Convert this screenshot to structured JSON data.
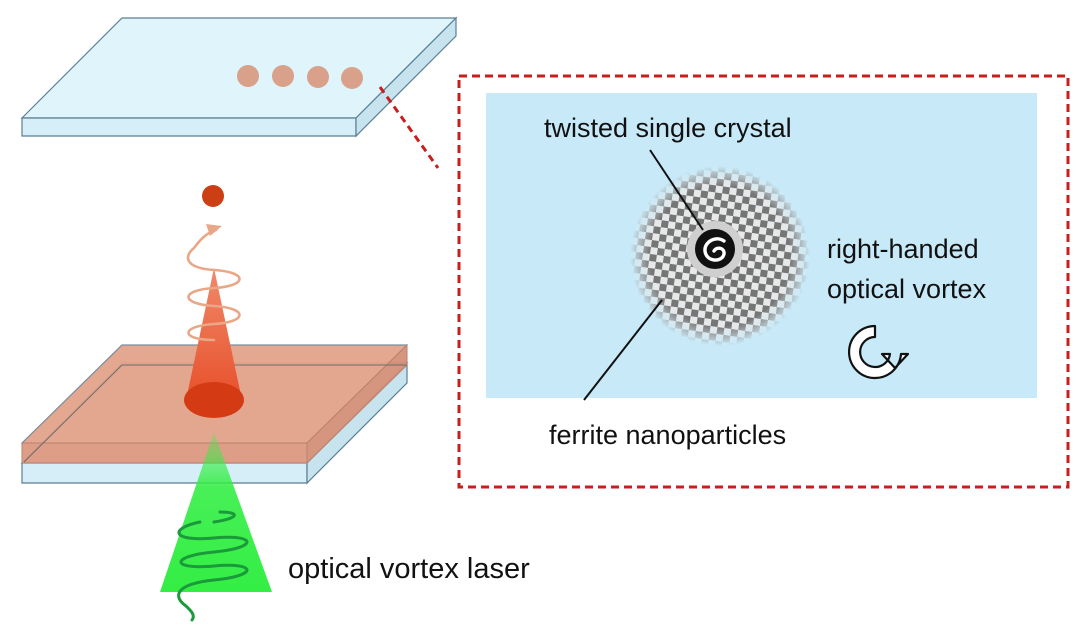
{
  "labels": {
    "crystal": "twisted single crystal",
    "vortex_line1": "right-handed",
    "vortex_line2": "optical vortex",
    "nanoparticles": "ferrite nanoparticles",
    "laser": "optical vortex laser"
  },
  "colors": {
    "glass_top": "#dff4fb",
    "glass_edge": "#c6e3ee",
    "glass_stroke": "#5a7f95",
    "film": "#e3a28a",
    "film_edge": "#d48f77",
    "droplet": "#d9a08a",
    "cone_red": "#e8502b",
    "particle": "#cc3f14",
    "spiral_orange": "#e8a888",
    "laser_green": "#33ee44",
    "spiral_green": "#1a9a3a",
    "inset_border": "#c81e1e",
    "inset_bg": "#c8eaf8",
    "checker_dark": "#707070",
    "crystal_halo": "#cfcfcf"
  },
  "icons": {
    "rotation_arrow": "clockwise-arrow-icon",
    "crystal_swirl": "swirl-icon"
  }
}
